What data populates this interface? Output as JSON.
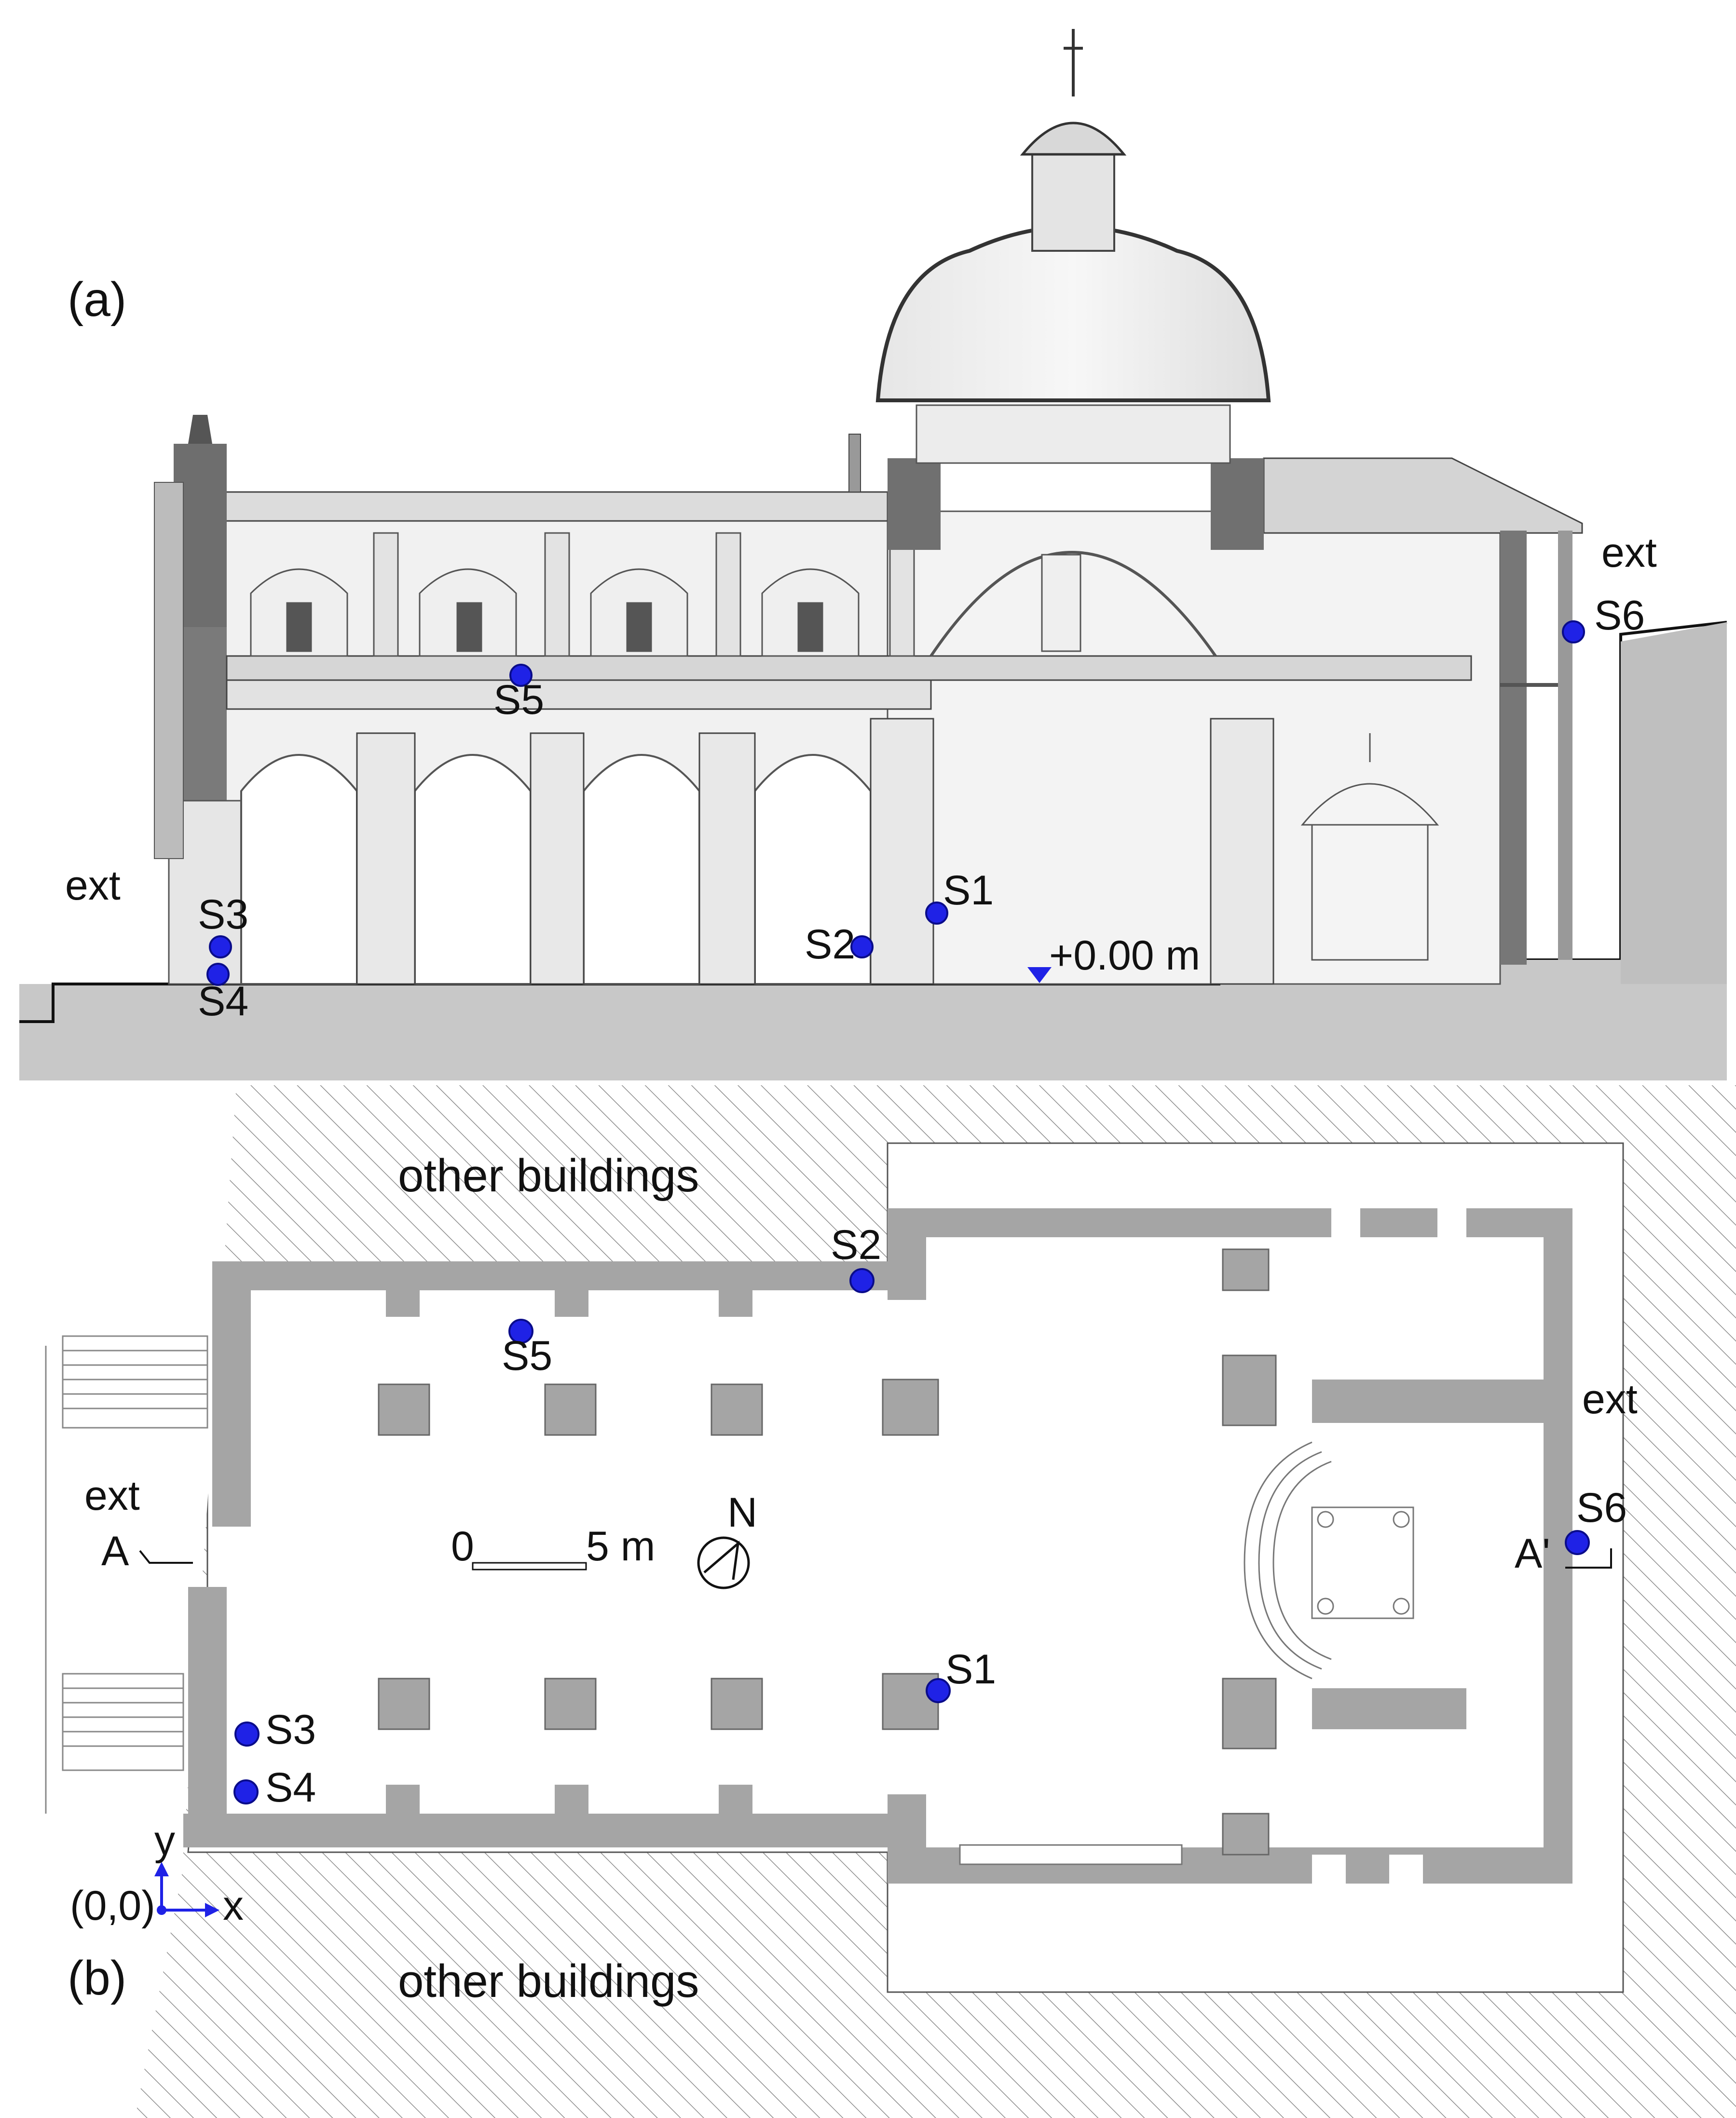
{
  "panel_a": {
    "label": "(a)",
    "ext_left": "ext",
    "ext_right": "ext",
    "elevation_label": "+0.00 m",
    "sensors": [
      {
        "id": "S1",
        "label": "S1"
      },
      {
        "id": "S2",
        "label": "S2"
      },
      {
        "id": "S3",
        "label": "S3"
      },
      {
        "id": "S4",
        "label": "S4"
      },
      {
        "id": "S5",
        "label": "S5"
      },
      {
        "id": "S6",
        "label": "S6"
      }
    ]
  },
  "panel_b": {
    "label": "(b)",
    "other_buildings_top": "other buildings",
    "other_buildings_bottom": "other buildings",
    "ext_left": "ext",
    "ext_right": "ext",
    "section_a": "A",
    "section_a_prime": "A'",
    "scale_zero": "0",
    "scale_end": "5 m",
    "north": "N",
    "origin": "(0,0)",
    "axis_x": "x",
    "axis_y": "y",
    "sensors": [
      {
        "id": "S1",
        "label": "S1"
      },
      {
        "id": "S2",
        "label": "S2"
      },
      {
        "id": "S3",
        "label": "S3"
      },
      {
        "id": "S4",
        "label": "S4"
      },
      {
        "id": "S5",
        "label": "S5"
      },
      {
        "id": "S6",
        "label": "S6"
      }
    ]
  },
  "colors": {
    "sensor": "#1f22e6",
    "wall": "#a5a5a5",
    "ground": "#c8c8c8"
  }
}
